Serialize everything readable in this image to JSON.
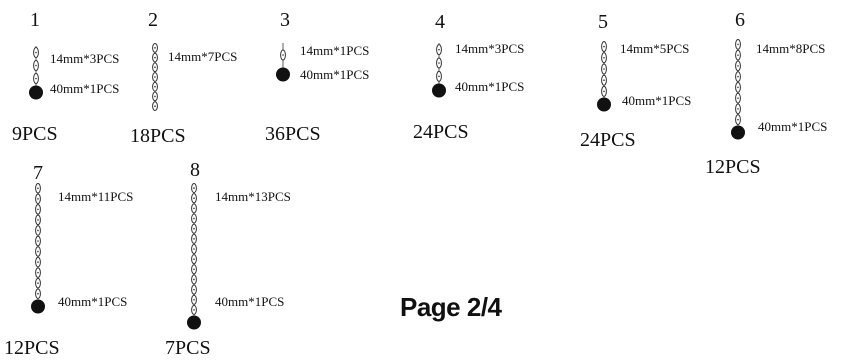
{
  "items": [
    {
      "number": "1",
      "bead_label": "14mm*3PCS",
      "ball_label": "40mm*1PCS",
      "quantity": "9PCS",
      "beads": 3,
      "has_ball": true
    },
    {
      "number": "2",
      "bead_label": "14mm*7PCS",
      "ball_label": "",
      "quantity": "18PCS",
      "beads": 7,
      "has_ball": false
    },
    {
      "number": "3",
      "bead_label": "14mm*1PCS",
      "ball_label": "40mm*1PCS",
      "quantity": "36PCS",
      "beads": 1,
      "has_ball": true
    },
    {
      "number": "4",
      "bead_label": "14mm*3PCS",
      "ball_label": "40mm*1PCS",
      "quantity": "24PCS",
      "beads": 3,
      "has_ball": true
    },
    {
      "number": "5",
      "bead_label": "14mm*5PCS",
      "ball_label": "40mm*1PCS",
      "quantity": "24PCS",
      "beads": 5,
      "has_ball": true
    },
    {
      "number": "6",
      "bead_label": "14mm*8PCS",
      "ball_label": "40mm*1PCS",
      "quantity": "12PCS",
      "beads": 8,
      "has_ball": true
    },
    {
      "number": "7",
      "bead_label": "14mm*11PCS",
      "ball_label": "40mm*1PCS",
      "quantity": "12PCS",
      "beads": 11,
      "has_ball": true
    },
    {
      "number": "8",
      "bead_label": "14mm*13PCS",
      "ball_label": "40mm*1PCS",
      "quantity": "7PCS",
      "beads": 13,
      "has_ball": true
    }
  ],
  "page_label": "Page 2/4",
  "colors": {
    "ink": "#111111",
    "bead": "#333333",
    "ball": "#111111"
  }
}
